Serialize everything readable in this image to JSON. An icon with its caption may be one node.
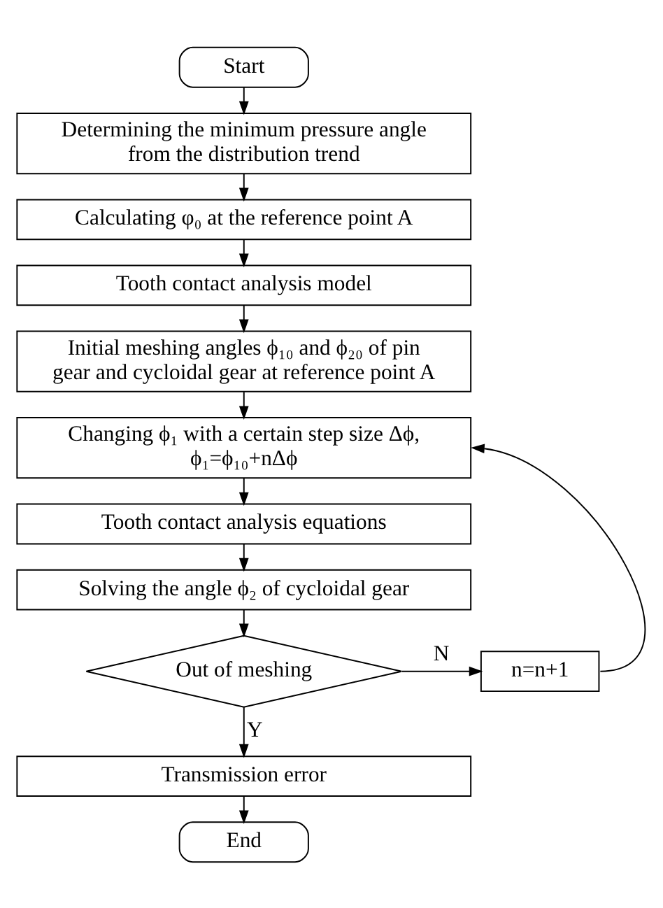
{
  "diagram": {
    "nodes": [
      {
        "text": [
          "Start"
        ]
      },
      {
        "text": [
          "Determining the minimum pressure angle from the distribution trend"
        ]
      },
      {
        "text": [
          "Calculating φ₀ at the reference point A"
        ]
      },
      {
        "text": [
          "Tooth contact analysis model"
        ]
      },
      {
        "text": [
          "Initial meshing angles ϕ₁₀ and ϕ₂₀ of pin gear and cycloidal gear at reference point A"
        ]
      },
      {
        "text": [
          "Changing ϕ₁ with a certain step size Δϕ, ϕ₁=ϕ₁₀+nΔϕ"
        ]
      },
      {
        "text": [
          "Tooth contact analysis equations"
        ]
      },
      {
        "text": [
          "Solving the angle ϕ₂ of cycloidal gear"
        ]
      },
      {
        "text": [
          "Out of meshing"
        ]
      },
      {
        "text": [
          "n=n+1"
        ]
      },
      {
        "text": [
          "Transmission error"
        ]
      },
      {
        "text": [
          "End"
        ]
      }
    ],
    "edges": [
      {
        "from": 0,
        "to": 1,
        "arrow": "to"
      },
      {
        "from": 1,
        "to": 2,
        "arrow": "to"
      },
      {
        "from": 2,
        "to": 3,
        "arrow": "to"
      },
      {
        "from": 3,
        "to": 4,
        "arrow": "to"
      },
      {
        "from": 4,
        "to": 5,
        "arrow": "to"
      },
      {
        "from": 5,
        "to": 6,
        "arrow": "to"
      },
      {
        "from": 6,
        "to": 7,
        "arrow": "to"
      },
      {
        "from": 7,
        "to": 8,
        "arrow": "to"
      },
      {
        "from": 8,
        "to": 9,
        "arrow": "to",
        "label": "N"
      },
      {
        "from": 9,
        "to": 5,
        "arrow": "to"
      },
      {
        "from": 8,
        "to": 10,
        "arrow": "to",
        "label": "Y"
      },
      {
        "from": 10,
        "to": 11,
        "arrow": "to"
      }
    ]
  }
}
